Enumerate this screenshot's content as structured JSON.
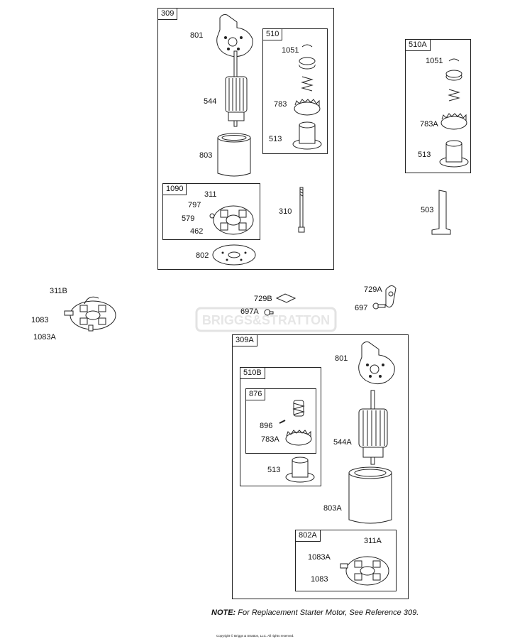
{
  "groups": {
    "g309": "309",
    "g510": "510",
    "g510A": "510A",
    "g1090": "1090",
    "g309A": "309A",
    "g510B": "510B",
    "g876": "876",
    "g802A": "802A"
  },
  "labels": {
    "p801": "801",
    "p544": "544",
    "p803": "803",
    "p1051": "1051",
    "p783": "783",
    "p513": "513",
    "p311": "311",
    "p797": "797",
    "p579": "579",
    "p462": "462",
    "p310": "310",
    "p802": "802",
    "pA1051": "1051",
    "p783A": "783A",
    "pA513": "513",
    "p503": "503",
    "p311B": "311B",
    "p1083": "1083",
    "p1083A": "1083A",
    "p729B": "729B",
    "p697A": "697A",
    "p729A": "729A",
    "p697": "697",
    "pB801": "801",
    "p896": "896",
    "pB783A": "783A",
    "p544A": "544A",
    "pB513": "513",
    "p803A": "803A",
    "p311A": "311A",
    "pB1083A": "1083A",
    "pB1083": "1083"
  },
  "note": {
    "prefix": "NOTE:",
    "text": " For Replacement Starter Motor, See Reference 309."
  },
  "copyright": "Copyright © Briggs & Stratton, LLC. All rights reserved.",
  "watermark": "BRIGGS&STRATTON",
  "colors": {
    "line": "#222222",
    "watermark": "#e6e6e6"
  }
}
